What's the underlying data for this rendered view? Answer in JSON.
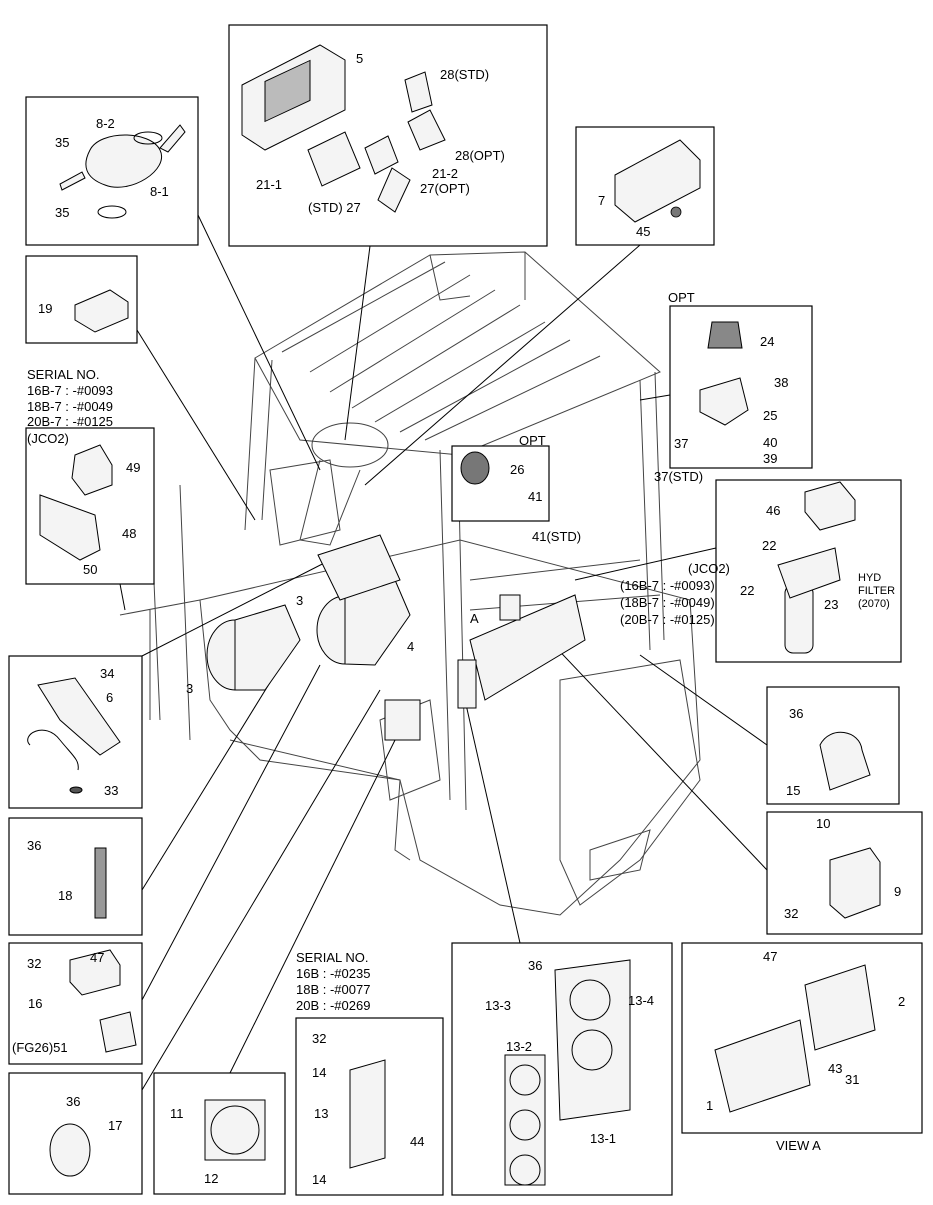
{
  "callouts": {
    "c5": "5",
    "c28std": "28(STD)",
    "c28opt": "28(OPT)",
    "c21_1": "21-1",
    "c21_2": "21-2",
    "c27opt": "27(OPT)",
    "c27std": "(STD) 27",
    "c8_2": "8-2",
    "c35a": "35",
    "c8_1": "8-1",
    "c35b": "35",
    "c7": "7",
    "c45": "45",
    "c19": "19",
    "c49": "49",
    "c48": "48",
    "c50": "50",
    "c24": "24",
    "c38": "38",
    "c25": "25",
    "c37": "37",
    "c40": "40",
    "c39": "39",
    "c37std": "37(STD)",
    "c26": "26",
    "c41": "41",
    "c41std": "41(STD)",
    "c46": "46",
    "c22a": "22",
    "c22b": "22",
    "c23": "23",
    "c3a": "3",
    "c3b": "3",
    "c4": "4",
    "cA": "A",
    "c34": "34",
    "c6": "6",
    "c33": "33",
    "c36a": "36",
    "c15": "15",
    "c10": "10",
    "c9": "9",
    "c32a": "32",
    "c36b": "36",
    "c18": "18",
    "c32b": "32",
    "c47a": "47",
    "c16": "16",
    "c51": "(FG26)51",
    "c36c": "36",
    "c17": "17",
    "c11": "11",
    "c12": "12",
    "c32c": "32",
    "c14a": "14",
    "c13": "13",
    "c44": "44",
    "c14b": "14",
    "c36d": "36",
    "c13_3": "13-3",
    "c13_4": "13-4",
    "c13_2": "13-2",
    "c13_1": "13-1",
    "c47b": "47",
    "c2": "2",
    "c43": "43",
    "c31": "31",
    "c1": "1"
  },
  "labels": {
    "opt_top": "OPT",
    "opt_mid": "OPT",
    "serial_a": [
      "SERIAL NO.",
      "16B-7 : -#0093",
      "18B-7 : -#0049",
      "20B-7 : -#0125",
      "(JCO2)"
    ],
    "serial_b": [
      "(JCO2)",
      "(16B-7 : -#0093)",
      "(18B-7 : -#0049)",
      "(20B-7 : -#0125)"
    ],
    "hyd": [
      "HYD",
      "FILTER",
      "(2070)"
    ],
    "serial_c": [
      "SERIAL NO.",
      "16B : -#0235",
      "18B : -#0077",
      "20B : -#0269"
    ],
    "view_a": "VIEW A"
  }
}
